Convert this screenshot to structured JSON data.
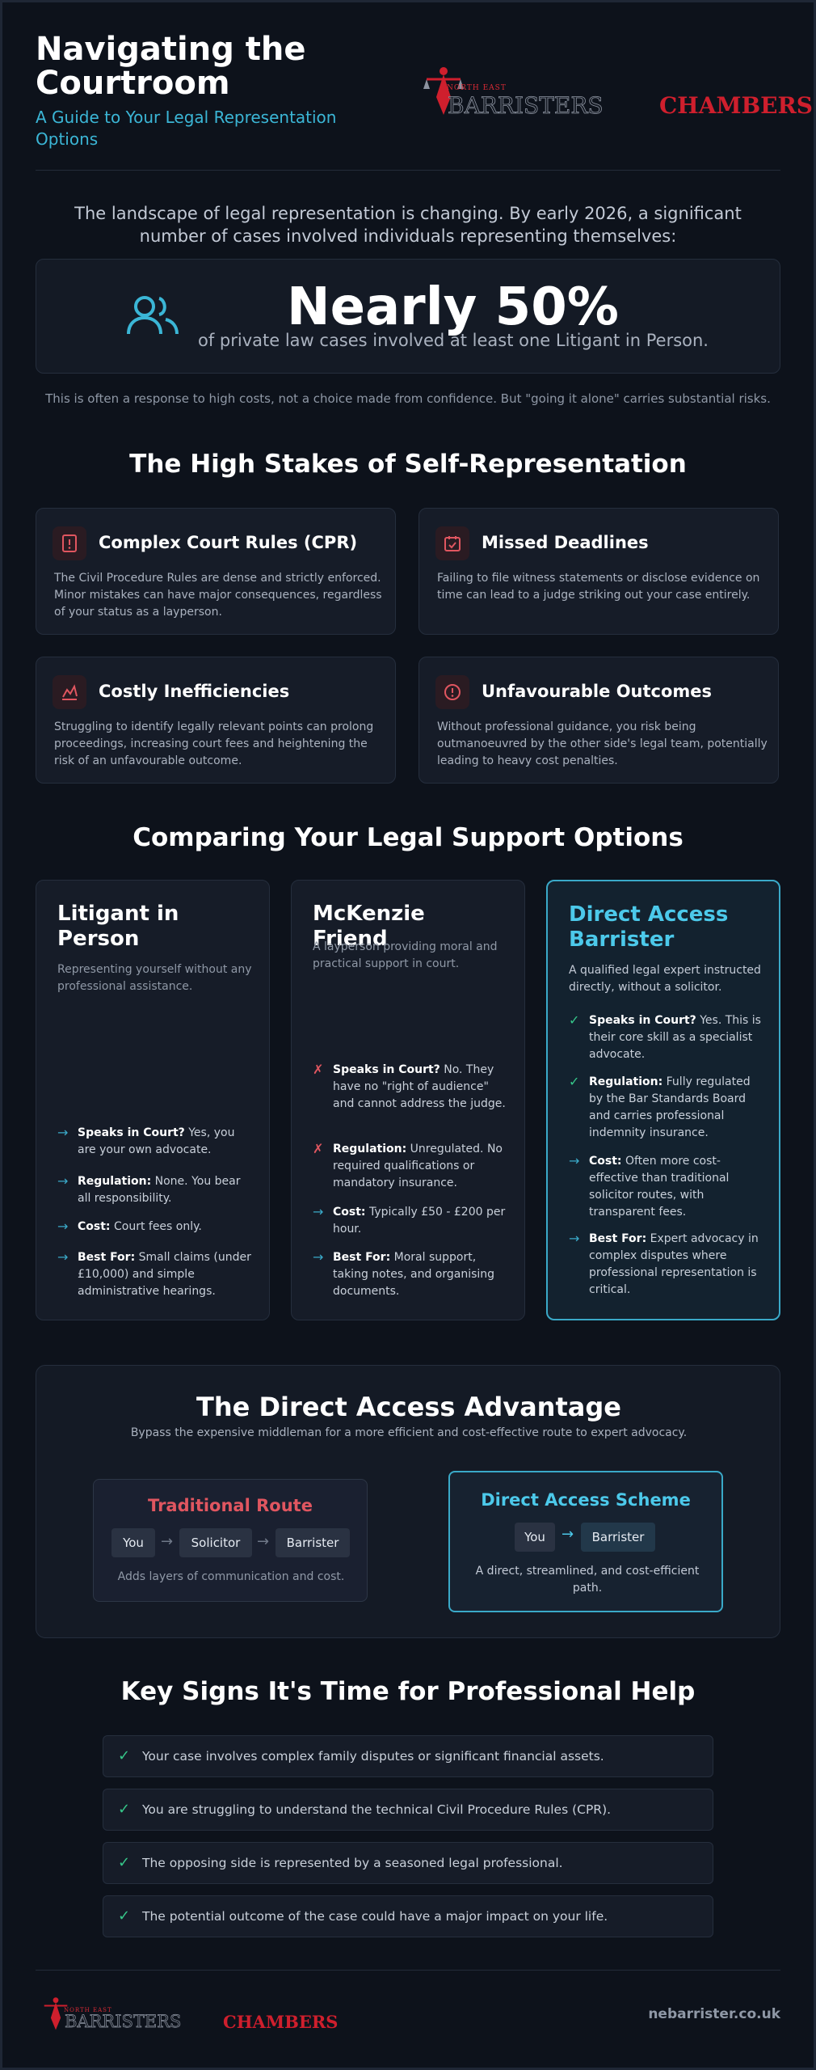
{
  "header": {
    "title": "Navigating the Courtroom",
    "subtitle": "A Guide to Your Legal Representation Options",
    "logo": {
      "small": "NORTH EAST",
      "word1": "BARRISTERS",
      "word2": "CHAMBERS"
    }
  },
  "intro": {
    "text": "The landscape of legal representation is changing. By early 2026, a significant number of cases involved individuals representing themselves:",
    "stat_value": "Nearly 50%",
    "stat_caption": "of private law cases involved at least one Litigant in Person.",
    "stat_icon": "users-icon",
    "note": "This is often a response to high costs, not a choice made from confidence. But \"going it alone\" carries substantial risks."
  },
  "risks": {
    "heading": "The High Stakes of Self-Representation",
    "items": [
      {
        "title": "Complex Court Rules (CPR)",
        "icon": "rulebook-alert-icon",
        "text": "The Civil Procedure Rules are dense and strictly enforced. Minor mistakes can have major consequences, regardless of your status as a layperson."
      },
      {
        "title": "Missed Deadlines",
        "icon": "calendar-check-icon",
        "text": "Failing to file witness statements or disclose evidence on time can lead to a judge striking out your case entirely."
      },
      {
        "title": "Costly Inefficiencies",
        "icon": "chart-drop-icon",
        "text": "Struggling to identify legally relevant points can prolong proceedings, increasing court fees and heightening the risk of an unfavourable outcome."
      },
      {
        "title": "Unfavourable Outcomes",
        "icon": "alert-circle-icon",
        "text": "Without professional guidance, you risk being outmanoeuvred by the other side's legal team, potentially leading to heavy cost penalties."
      }
    ]
  },
  "options": {
    "heading": "Comparing Your Legal Support Options",
    "cards": [
      {
        "title": "Litigant in Person",
        "desc": "Representing yourself without any professional assistance.",
        "features": [
          {
            "mark": "→",
            "label": "Speaks in Court?",
            "text": " Yes, you are your own advocate."
          },
          {
            "mark": "→",
            "label": "Regulation:",
            "text": " None. You bear all responsibility."
          },
          {
            "mark": "→",
            "label": "Cost:",
            "text": " Court fees only."
          },
          {
            "mark": "→",
            "label": "Best For:",
            "text": " Small claims (under £10,000) and simple administrative hearings."
          }
        ]
      },
      {
        "title": "McKenzie Friend",
        "desc": "A layperson providing moral and practical support in court.",
        "features": [
          {
            "mark": "✗",
            "label": "Speaks in Court?",
            "text": " No. They have no \"right of audience\" and cannot address the judge."
          },
          {
            "mark": "✗",
            "label": "Regulation:",
            "text": " Unregulated. No required qualifications or mandatory insurance."
          },
          {
            "mark": "→",
            "label": "Cost:",
            "text": " Typically £50 - £200 per hour."
          },
          {
            "mark": "→",
            "label": "Best For:",
            "text": " Moral support, taking notes, and organising documents."
          }
        ]
      },
      {
        "title": "Direct Access Barrister",
        "desc": "A qualified legal expert instructed directly, without a solicitor.",
        "features": [
          {
            "mark": "✓",
            "label": "Speaks in Court?",
            "text": " Yes. This is their core skill as a specialist advocate."
          },
          {
            "mark": "✓",
            "label": "Regulation:",
            "text": " Fully regulated by the Bar Standards Board and carries professional indemnity insurance."
          },
          {
            "mark": "→",
            "label": "Cost:",
            "text": " Often more cost-effective than traditional solicitor routes, with transparent fees."
          },
          {
            "mark": "→",
            "label": "Best For:",
            "text": " Expert advocacy in complex disputes where professional representation is critical."
          }
        ]
      }
    ]
  },
  "advantage": {
    "heading": "The Direct Access Advantage",
    "sub": "Bypass the expensive middleman for a more efficient and cost-effective route to expert advocacy.",
    "traditional": {
      "title": "Traditional Route",
      "steps": [
        "You",
        "Solicitor",
        "Barrister"
      ],
      "arrow": "→",
      "caption": "Adds layers of communication and cost."
    },
    "direct": {
      "title": "Direct Access Scheme",
      "steps": [
        "You",
        "Barrister"
      ],
      "arrow": "→",
      "caption": "A direct, streamlined, and cost-efficient path."
    }
  },
  "signs": {
    "heading": "Key Signs It's Time for Professional Help",
    "items": [
      "Your case involves complex family disputes or significant financial assets.",
      "You are struggling to understand the technical Civil Procedure Rules (CPR).",
      "The opposing side is represented by a seasoned legal professional.",
      "The potential outcome of the case could have a major impact on your life."
    ]
  },
  "footer": {
    "logo": {
      "small": "NORTH EAST",
      "word1": "BARRISTERS",
      "word2": "CHAMBERS"
    },
    "url": "nebarrister.co.uk"
  },
  "colors": {
    "background": "#0d121b",
    "accent": "#3aa9c8",
    "danger": "#e05660",
    "success": "#36c78a",
    "brand_red": "#cf1f2d"
  }
}
